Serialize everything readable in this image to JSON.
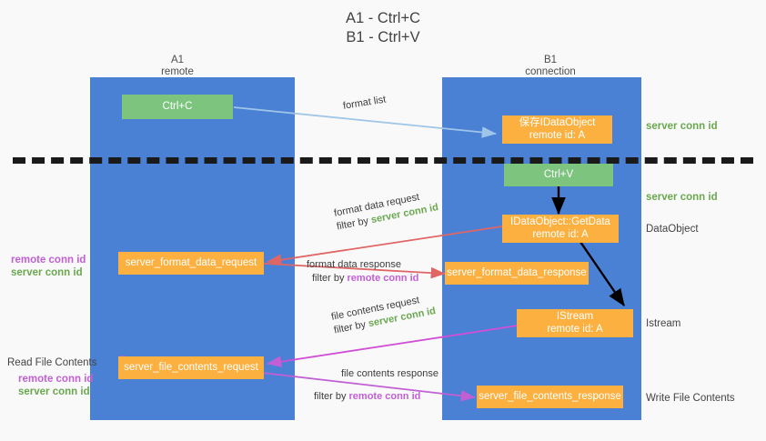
{
  "title": {
    "line1": "A1 - Ctrl+C",
    "line2": "B1 - Ctrl+V"
  },
  "lanes": [
    {
      "id": "a1",
      "name": "A1",
      "role": "remote"
    },
    {
      "id": "b1",
      "name": "B1",
      "role": "connection"
    }
  ],
  "colors": {
    "lane": "#4a81d4",
    "box_orange": "#fbb040",
    "box_green": "#7dc47f",
    "server_conn": "#6aa84f",
    "remote_conn": "#c25fd4",
    "arrow_blue": "#9fc5e8",
    "arrow_red": "#e06666",
    "arrow_magenta": "#c25fd4",
    "arrow_black": "#000000",
    "divider": "#1a1a1a",
    "background": "#f9f9f9"
  },
  "boxes": {
    "ctrl_c": {
      "label": "Ctrl+C"
    },
    "ctrl_v": {
      "label": "Ctrl+V"
    },
    "save_dataobject": {
      "line1": "保存IDataObject",
      "line2": "remote id: A"
    },
    "getdata": {
      "line1": "IDataObject::GetData",
      "line2": "remote id: A"
    },
    "istream": {
      "line1": "IStream",
      "line2": "remote id: A"
    },
    "format_data_request": {
      "label": "server_format_data_request"
    },
    "format_data_response": {
      "label": "server_format_data_response"
    },
    "file_contents_request": {
      "label": "server_file_contents_request"
    },
    "file_contents_response": {
      "label": "server_file_contents_response"
    }
  },
  "right_labels": {
    "server_conn_top": "server conn id",
    "server_conn_mid": "server conn id",
    "dataobject": "DataObject",
    "istream": "Istream",
    "write_file_contents": "Write File Contents"
  },
  "left_labels": {
    "format_remote": "remote conn id",
    "format_server": "server conn id",
    "read_file_contents": "Read File Contents",
    "file_remote": "remote conn id",
    "file_server": "server conn id"
  },
  "arrows": {
    "format_list": {
      "label": "format list"
    },
    "format_data_request": {
      "line1": "format data request",
      "filter_prefix": "filter by ",
      "filter_key": "server conn id"
    },
    "format_data_response": {
      "line1": "format data response",
      "filter_prefix": "filter by ",
      "filter_key": "remote conn id"
    },
    "file_contents_request": {
      "line1": "file contents request",
      "filter_prefix": "filter by ",
      "filter_key": "server conn id"
    },
    "file_contents_response": {
      "line1": "file contents response",
      "filter_prefix": "filter by ",
      "filter_key": "remote conn id"
    }
  }
}
